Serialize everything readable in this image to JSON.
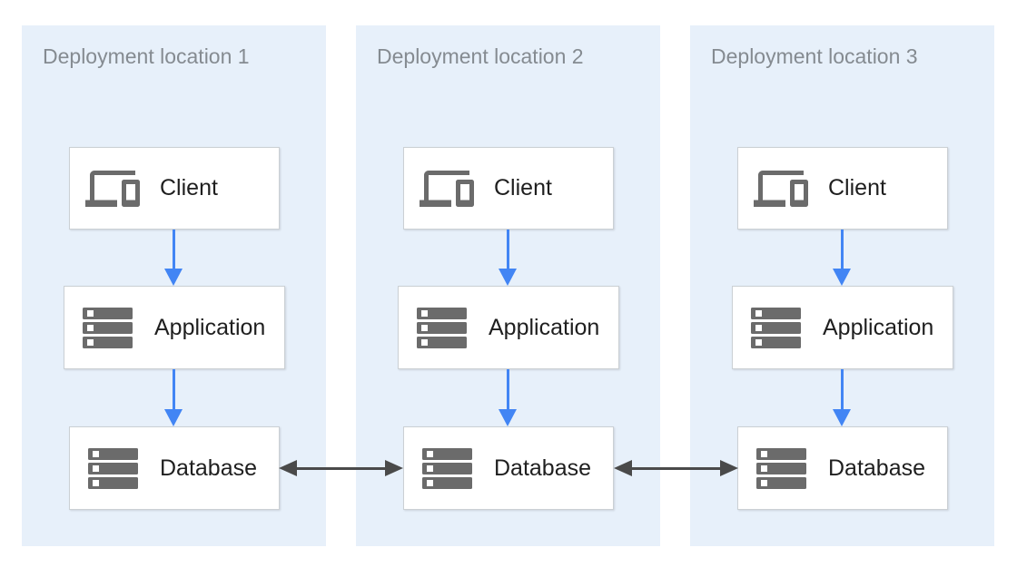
{
  "colors": {
    "panel_background": "#E7F0FA",
    "node_background": "#FFFFFF",
    "node_border": "#CBD0D4",
    "flow_arrow_blue": "#4285F4",
    "replication_arrow_dark": "#4A4A4A",
    "icon_gray": "#6B6B6B",
    "panel_title_text": "#858B91",
    "node_label_text": "#1F1F1F"
  },
  "panels": [
    {
      "title": "Deployment location 1",
      "nodes": [
        {
          "label": "Client",
          "icon": "devices-icon"
        },
        {
          "label": "Application",
          "icon": "server-stack-icon"
        },
        {
          "label": "Database",
          "icon": "server-stack-icon"
        }
      ]
    },
    {
      "title": "Deployment location 2",
      "nodes": [
        {
          "label": "Client",
          "icon": "devices-icon"
        },
        {
          "label": "Application",
          "icon": "server-stack-icon"
        },
        {
          "label": "Database",
          "icon": "server-stack-icon"
        }
      ]
    },
    {
      "title": "Deployment location 3",
      "nodes": [
        {
          "label": "Client",
          "icon": "devices-icon"
        },
        {
          "label": "Application",
          "icon": "server-stack-icon"
        },
        {
          "label": "Database",
          "icon": "server-stack-icon"
        }
      ]
    }
  ],
  "edges": [
    {
      "from": "panel-1 Client",
      "to": "panel-1 Application",
      "type": "flow",
      "direction": "down"
    },
    {
      "from": "panel-1 Application",
      "to": "panel-1 Database",
      "type": "flow",
      "direction": "down"
    },
    {
      "from": "panel-2 Client",
      "to": "panel-2 Application",
      "type": "flow",
      "direction": "down"
    },
    {
      "from": "panel-2 Application",
      "to": "panel-2 Database",
      "type": "flow",
      "direction": "down"
    },
    {
      "from": "panel-3 Client",
      "to": "panel-3 Application",
      "type": "flow",
      "direction": "down"
    },
    {
      "from": "panel-3 Application",
      "to": "panel-3 Database",
      "type": "flow",
      "direction": "down"
    },
    {
      "from": "panel-1 Database",
      "to": "panel-2 Database",
      "type": "replication",
      "direction": "bidirectional"
    },
    {
      "from": "panel-2 Database",
      "to": "panel-3 Database",
      "type": "replication",
      "direction": "bidirectional"
    }
  ]
}
